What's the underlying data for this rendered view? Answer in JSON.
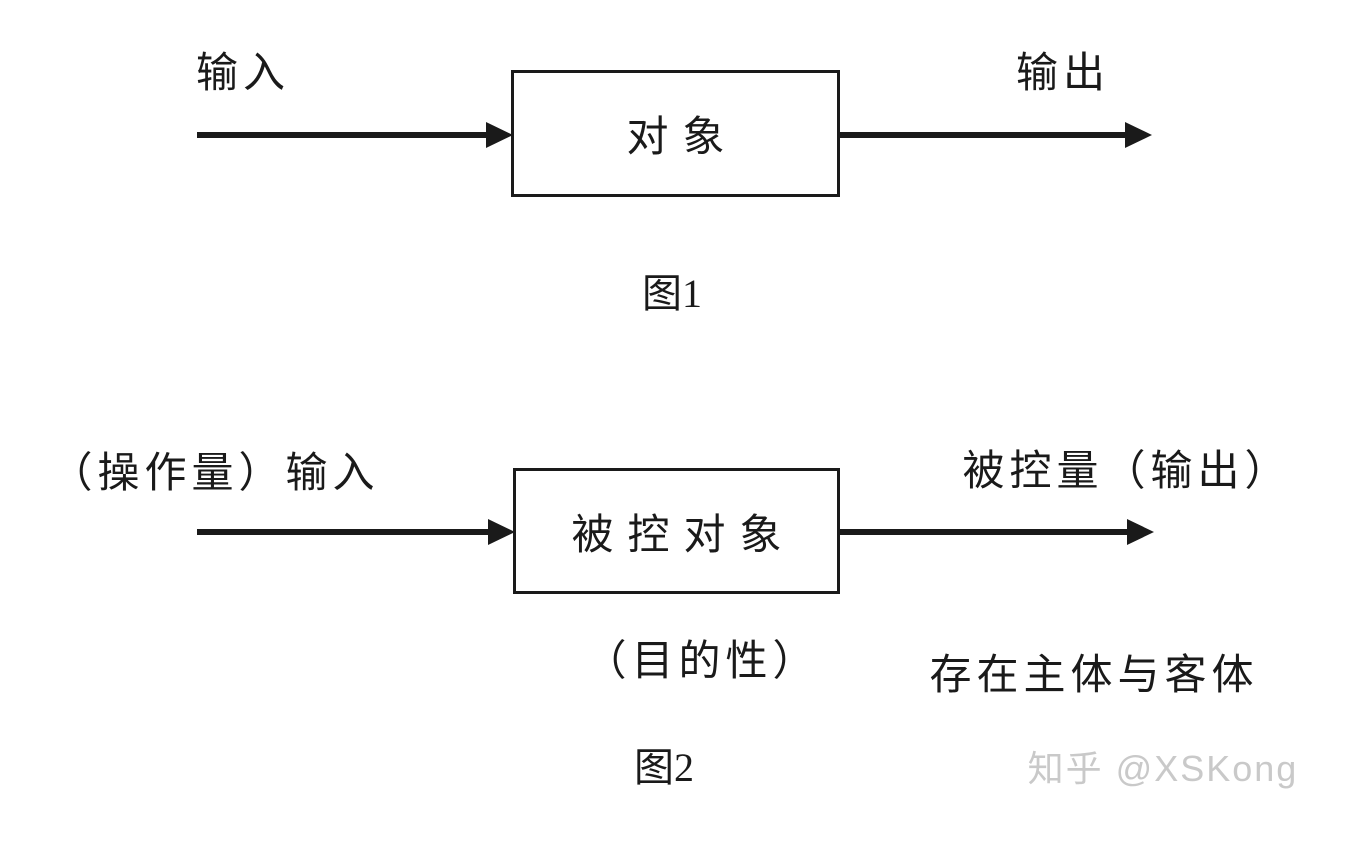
{
  "figure1": {
    "input_label": "输入",
    "box_label": "对象",
    "output_label": "输出",
    "caption": "图1"
  },
  "figure2": {
    "input_label": "（操作量）输入",
    "box_label": "被控对象",
    "output_label": "被控量（输出）",
    "purpose_note": "（目的性）",
    "side_note": "存在主体与客体",
    "caption": "图2"
  },
  "watermark": {
    "text": "知乎 @XSKong",
    "color": "#c9c9c9"
  },
  "colors": {
    "ink": "#1a1a1a",
    "background": "#ffffff"
  }
}
